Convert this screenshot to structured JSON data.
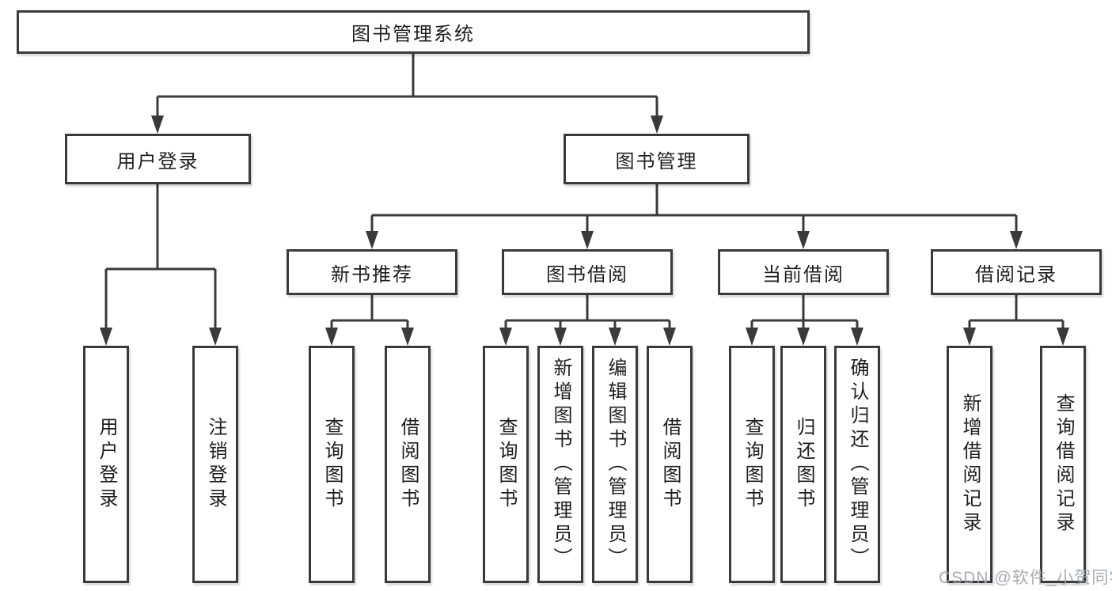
{
  "tree": {
    "root": {
      "label": "图书管理系统",
      "children": [
        {
          "label": "用户登录",
          "children": [
            {
              "label": "用户登录"
            },
            {
              "label": "注销登录"
            }
          ]
        },
        {
          "label": "图书管理",
          "children": [
            {
              "label": "新书推荐",
              "children": [
                {
                  "label": "查询图书"
                },
                {
                  "label": "借阅图书"
                }
              ]
            },
            {
              "label": "图书借阅",
              "children": [
                {
                  "label": "查询图书"
                },
                {
                  "label": "新增图书（管理员）"
                },
                {
                  "label": "编辑图书（管理员）"
                },
                {
                  "label": "借阅图书"
                }
              ]
            },
            {
              "label": "当前借阅",
              "children": [
                {
                  "label": "查询图书"
                },
                {
                  "label": "归还图书"
                },
                {
                  "label": "确认归还（管理员）"
                }
              ]
            },
            {
              "label": "借阅记录",
              "children": [
                {
                  "label": "新增借阅记录"
                },
                {
                  "label": "查询借阅记录"
                }
              ]
            }
          ]
        }
      ]
    }
  },
  "watermark": "CSDN @软件_小贺同学",
  "colors": {
    "line": "#3a3a3a",
    "text": "#1e1e1e",
    "watermark": "#9ea3ab",
    "background": "#ffffff"
  }
}
